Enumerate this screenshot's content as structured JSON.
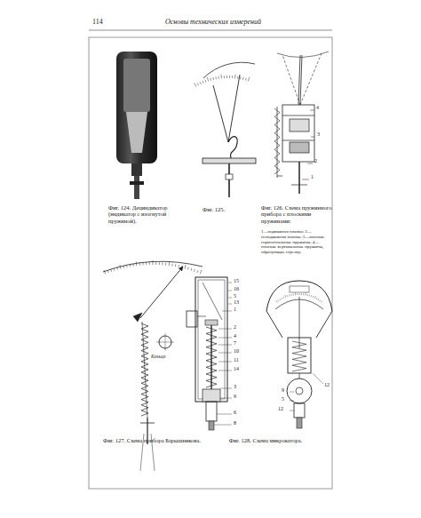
{
  "diagram": {
    "labels": [
      "114",
      "Основы технических измерений",
      "Фиг. 124. Дециндикатор (индикатор с изогнутой пружиной).",
      "Фиг. 125.",
      "Фиг. 126. Схема пружинного прибора с плоскими пружинами:",
      "1—подвижная планка; 2—неподвижная планка; 3—плоские горизонтальные пружины; 4—плоские вертикальные пружины, образующие стрелку.",
      "4",
      "3",
      "2",
      "1",
      "Кольцо",
      "Фиг. 127. Схема прибора Барышникова.",
      "Фиг. 128. Схема микрокатора.",
      "15",
      "16",
      "5",
      "13",
      "1",
      "2",
      "4",
      "7",
      "10",
      "11",
      "14",
      "3",
      "9",
      "6",
      "8",
      "12",
      "9",
      "5",
      "12"
    ]
  }
}
